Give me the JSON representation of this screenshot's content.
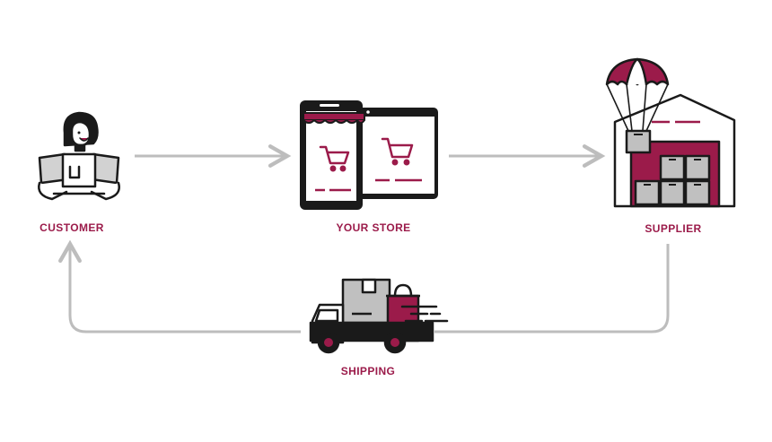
{
  "colors": {
    "accent": "#9b1b4a",
    "ink": "#1a1a1a",
    "gray": "#c0c0c0",
    "light_gray": "#d2d2d2",
    "arrow": "#bdbdbd"
  },
  "nodes": {
    "customer": {
      "label": "CUSTOMER",
      "icon": "customer-holding-box-icon"
    },
    "store": {
      "label": "YOUR STORE",
      "icon": "phone-and-tablet-store-icon"
    },
    "supplier": {
      "label": "SUPPLIER",
      "icon": "warehouse-with-parachute-icon"
    },
    "shipping": {
      "label": "SHIPPING",
      "icon": "delivery-truck-icon"
    }
  },
  "edges": [
    {
      "from": "customer",
      "to": "store"
    },
    {
      "from": "store",
      "to": "supplier"
    },
    {
      "from": "supplier",
      "to": "shipping"
    },
    {
      "from": "shipping",
      "to": "customer"
    }
  ]
}
